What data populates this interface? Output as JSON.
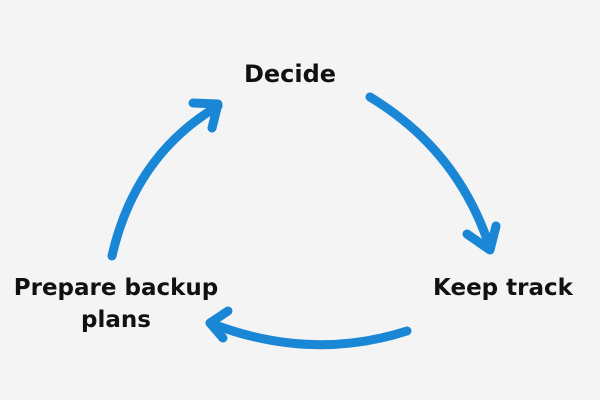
{
  "diagram": {
    "type": "cycle",
    "accent_color": "#1a87d6",
    "background_color": "#f4f4f4",
    "text_color": "#111111",
    "nodes": [
      {
        "id": "decide",
        "label": "Decide"
      },
      {
        "id": "keep-track",
        "label": "Keep track"
      },
      {
        "id": "prepare-backup",
        "label": "Prepare backup plans"
      }
    ],
    "edges": [
      {
        "from": "decide",
        "to": "keep-track",
        "icon": "curved-arrow-icon"
      },
      {
        "from": "keep-track",
        "to": "prepare-backup",
        "icon": "curved-arrow-icon"
      },
      {
        "from": "prepare-backup",
        "to": "decide",
        "icon": "curved-arrow-icon"
      }
    ]
  }
}
